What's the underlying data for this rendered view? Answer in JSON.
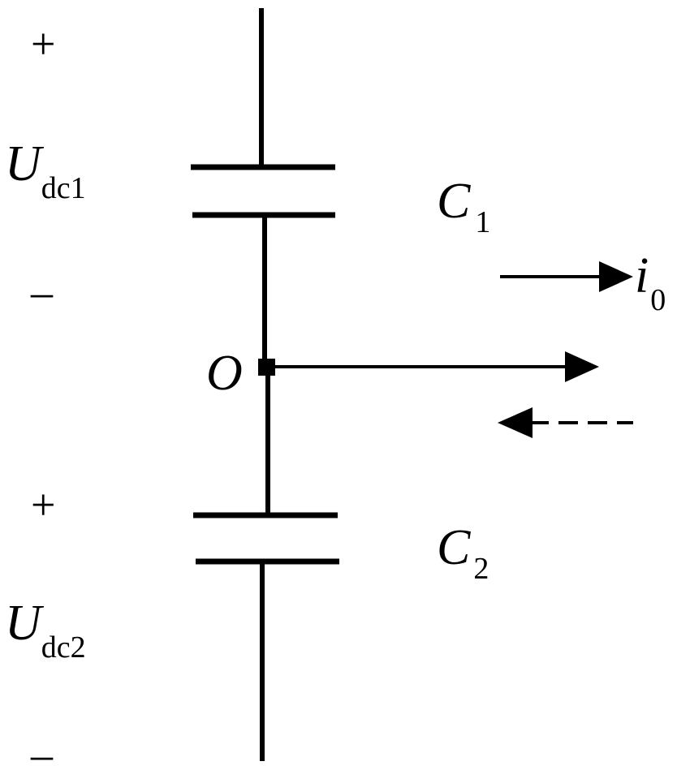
{
  "capacitor_top": {
    "name": "C",
    "subscript": "1"
  },
  "capacitor_bottom": {
    "name": "C",
    "subscript": "2"
  },
  "voltage_top": {
    "symbol": "U",
    "subscript": "dc1",
    "plus": "+",
    "minus": "–"
  },
  "voltage_bottom": {
    "symbol": "U",
    "subscript": "dc2",
    "plus": "+",
    "minus": "–"
  },
  "node": {
    "label": "O"
  },
  "current": {
    "symbol": "i",
    "subscript": "0"
  },
  "colors": {
    "stroke": "#000000",
    "background": "#ffffff"
  }
}
